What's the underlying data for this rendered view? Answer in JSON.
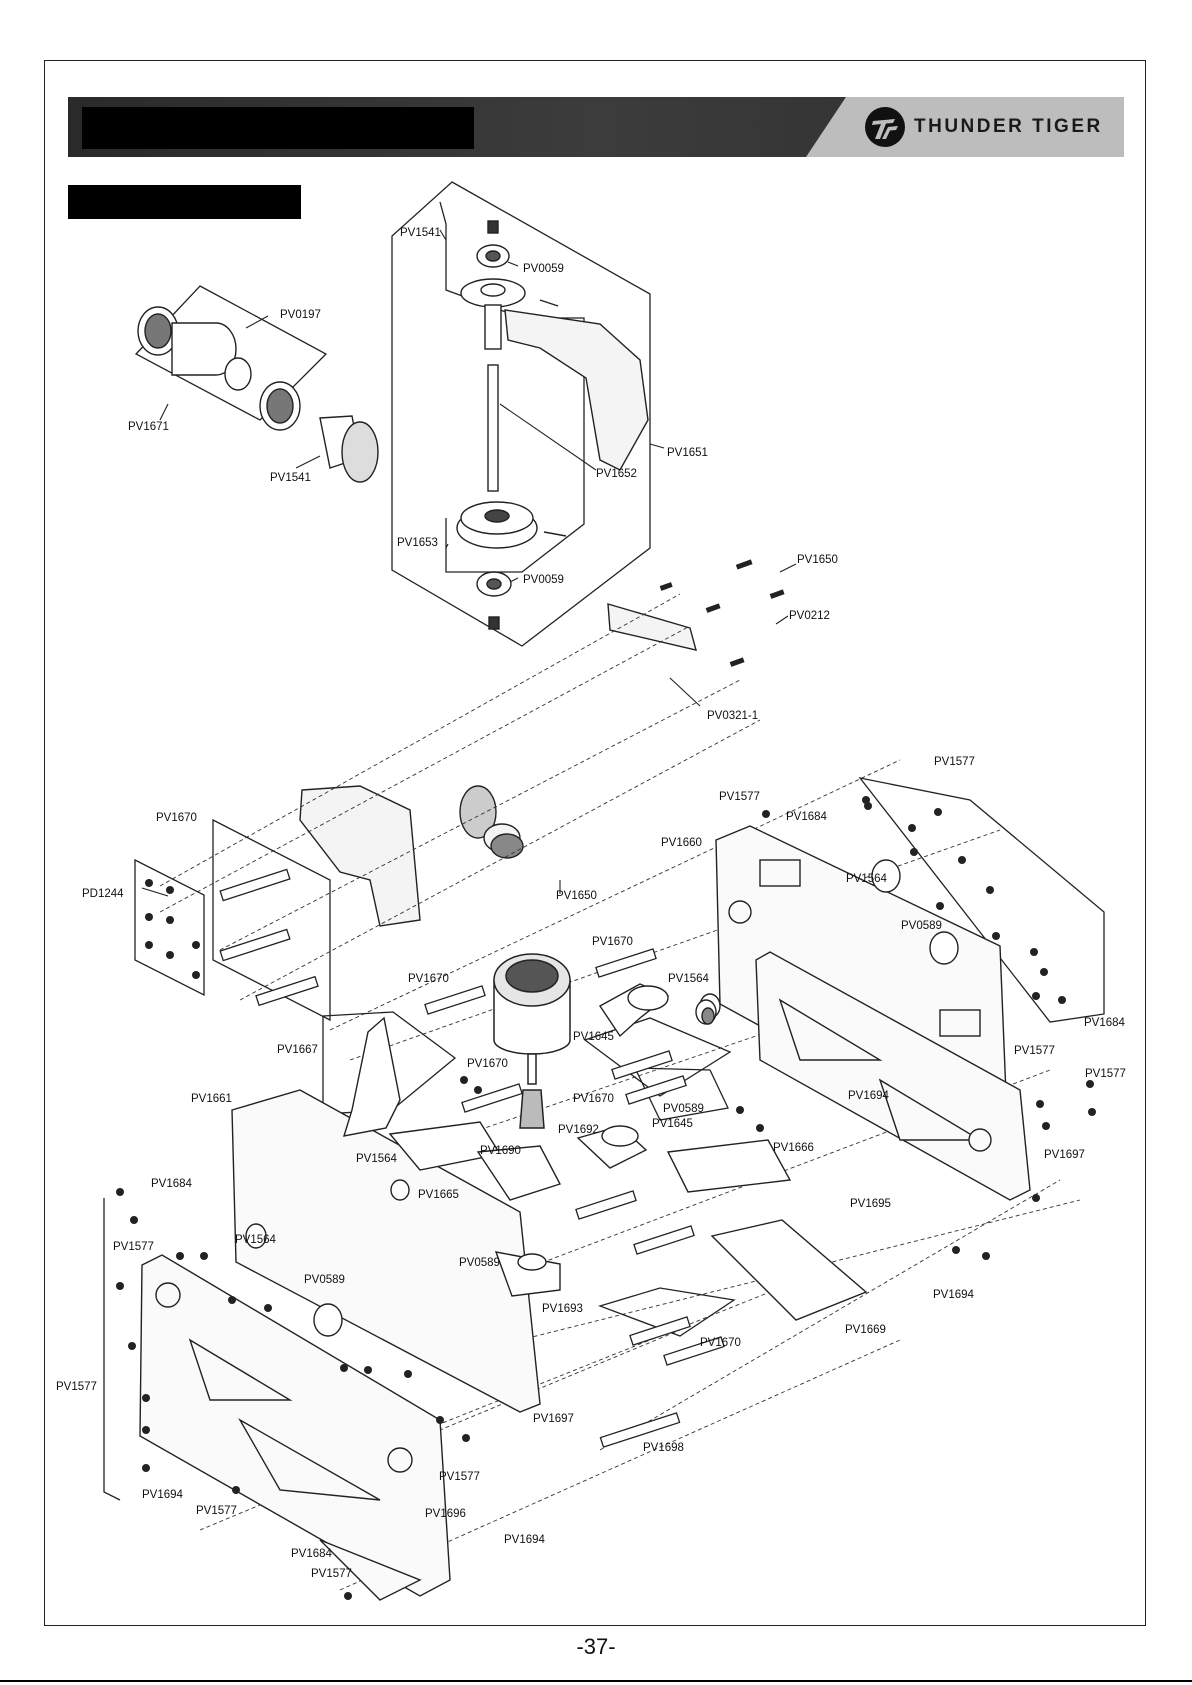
{
  "header": {
    "brand": "THUNDER TIGER"
  },
  "page_number": "-37-",
  "part_labels": [
    {
      "text": "PV1541"
    },
    {
      "text": "PV0059"
    },
    {
      "text": "PV0197"
    },
    {
      "text": "PV1671"
    },
    {
      "text": "PV1541"
    },
    {
      "text": "PV1652"
    },
    {
      "text": "PV1651"
    },
    {
      "text": "PV1653"
    },
    {
      "text": "PV0059"
    },
    {
      "text": "PV1650"
    },
    {
      "text": "PV0212"
    },
    {
      "text": "PV0321-1"
    },
    {
      "text": "PV1577"
    },
    {
      "text": "PV1577"
    },
    {
      "text": "PV1684"
    },
    {
      "text": "PV1670"
    },
    {
      "text": "PV1660"
    },
    {
      "text": "PD1244"
    },
    {
      "text": "PV1650"
    },
    {
      "text": "PV1564"
    },
    {
      "text": "PV0589"
    },
    {
      "text": "PV1670"
    },
    {
      "text": "PV1670"
    },
    {
      "text": "PV1564"
    },
    {
      "text": "PV1645"
    },
    {
      "text": "PV1684"
    },
    {
      "text": "PV1667"
    },
    {
      "text": "PV1670"
    },
    {
      "text": "PV1577"
    },
    {
      "text": "PV1577"
    },
    {
      "text": "PV1661"
    },
    {
      "text": "PV1694"
    },
    {
      "text": "PV1670"
    },
    {
      "text": "PV0589"
    },
    {
      "text": "PV1692"
    },
    {
      "text": "PV1645"
    },
    {
      "text": "PV1697"
    },
    {
      "text": "PV1690"
    },
    {
      "text": "PV1564"
    },
    {
      "text": "PV1666"
    },
    {
      "text": "PV1684"
    },
    {
      "text": "PV1665"
    },
    {
      "text": "PV1695"
    },
    {
      "text": "PV1577"
    },
    {
      "text": "PV1564"
    },
    {
      "text": "PV0589"
    },
    {
      "text": "PV0589"
    },
    {
      "text": "PV1694"
    },
    {
      "text": "PV1693"
    },
    {
      "text": "PV1669"
    },
    {
      "text": "PV1670"
    },
    {
      "text": "PV1577"
    },
    {
      "text": "PV1697"
    },
    {
      "text": "PV1698"
    },
    {
      "text": "PV1577"
    },
    {
      "text": "PV1694"
    },
    {
      "text": "PV1577"
    },
    {
      "text": "PV1696"
    },
    {
      "text": "PV1694"
    },
    {
      "text": "PV1684"
    },
    {
      "text": "PV1577"
    }
  ]
}
